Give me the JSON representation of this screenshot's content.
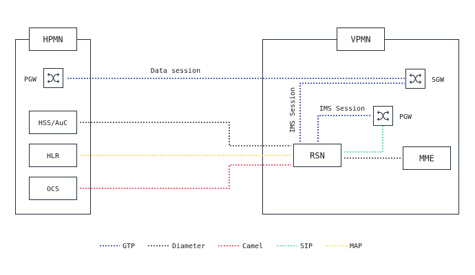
{
  "colors": {
    "gtp": "#1f2fb0",
    "diameter": "#333333",
    "camel": "#e8314e",
    "sip": "#3ad6a0",
    "map": "#f2dc3a",
    "border": "#1f2a36"
  },
  "hpmn": {
    "title": "HPMN",
    "pgw_label": "PGW",
    "hss_label": "HSS/AuC",
    "hlr_label": "HLR",
    "ocs_label": "OCS"
  },
  "vpmn": {
    "title": "VPMN",
    "sgw_label": "SGW",
    "pgw_label": "PGW",
    "rsn_label": "RSN",
    "mme_label": "MME"
  },
  "links": {
    "data_session": "Data session",
    "ims_session_vertical": "IMS Session",
    "ims_session": "IMS Session"
  },
  "icons": {
    "hpmn_pgw": "switch-icon",
    "vpmn_sgw": "switch-icon",
    "vpmn_pgw": "switch-icon"
  },
  "legend": [
    {
      "label": "GTP",
      "color": "#1f2fb0"
    },
    {
      "label": "Diameter",
      "color": "#333333"
    },
    {
      "label": "Camel",
      "color": "#e8314e"
    },
    {
      "label": "SIP",
      "color": "#3ad6a0"
    },
    {
      "label": "MAP",
      "color": "#f2dc3a"
    }
  ]
}
